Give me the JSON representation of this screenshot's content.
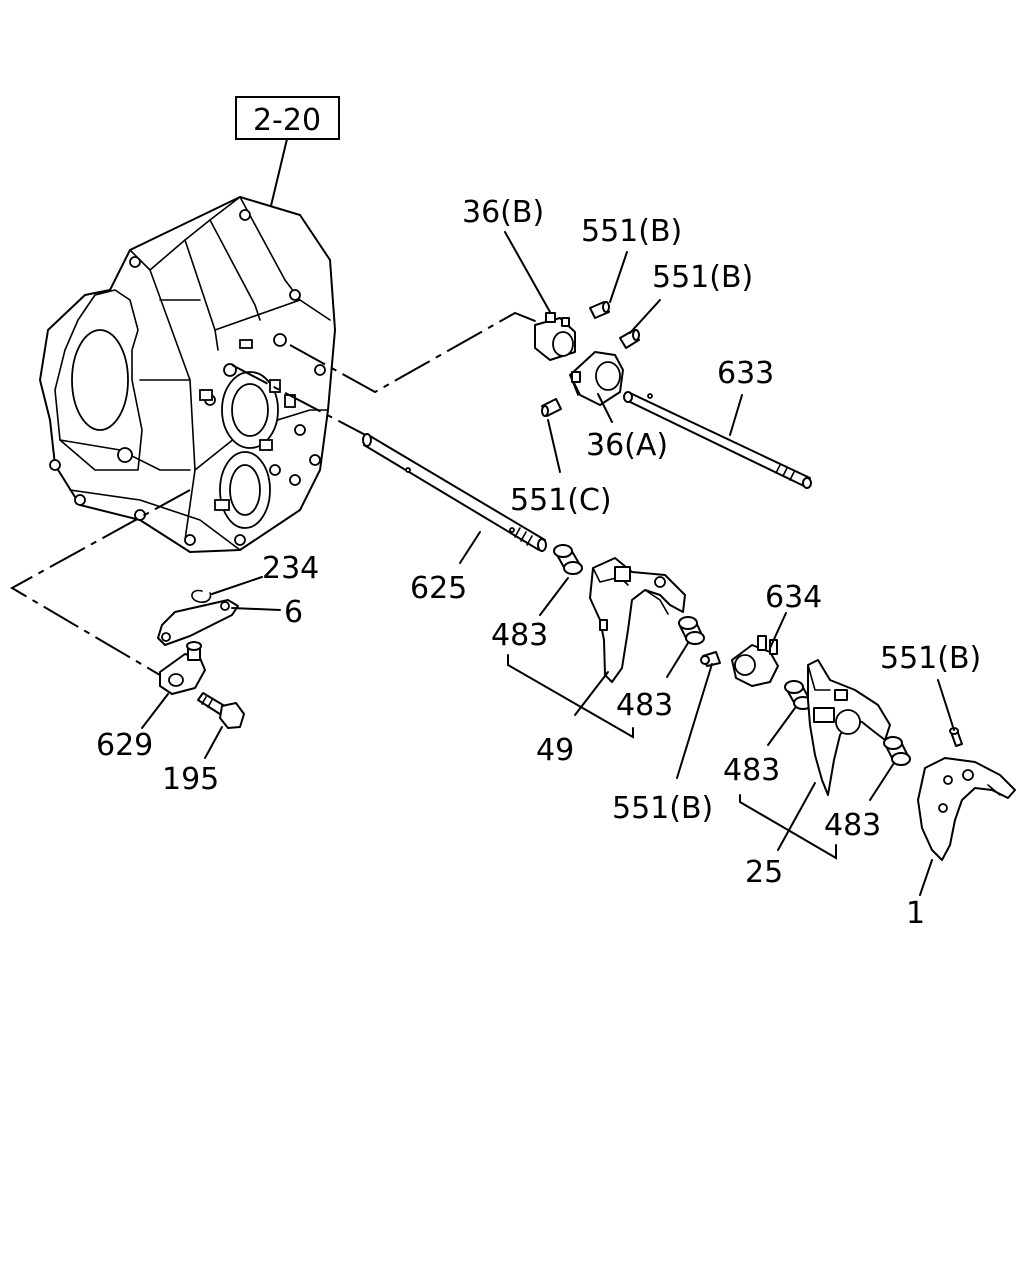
{
  "ref_box": {
    "label": "2-20"
  },
  "callouts": {
    "c36b": "36(B)",
    "c551b_a": "551(B)",
    "c551b_b": "551(B)",
    "c633": "633",
    "c36a": "36(A)",
    "c551c": "551(C)",
    "c234": "234",
    "c6": "6",
    "c625": "625",
    "c634": "634",
    "c483_a": "483",
    "c483_b": "483",
    "c49": "49",
    "c551b_c": "551(B)",
    "c551b_d": "551(B)",
    "c629": "629",
    "c195": "195",
    "c483_c": "483",
    "c483_d": "483",
    "c25": "25",
    "c1": "1"
  }
}
